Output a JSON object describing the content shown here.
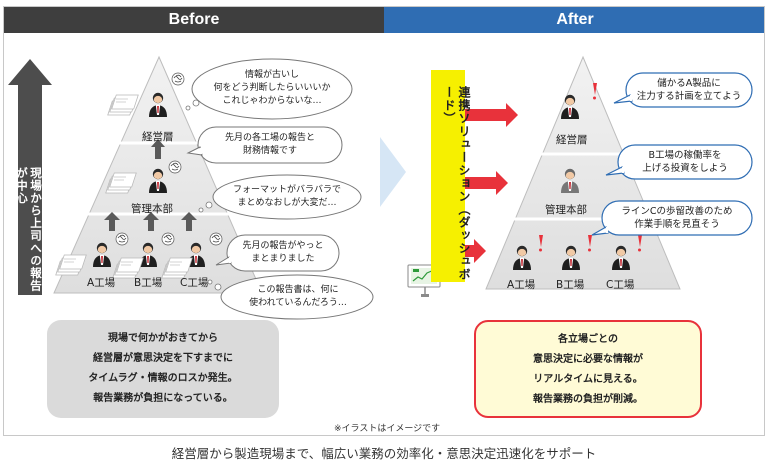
{
  "headers": {
    "before": "Before",
    "after": "After"
  },
  "before": {
    "vertical_arrow_label": "現場から上司への報告が中心",
    "tiers": {
      "top": "経営層",
      "middle": "管理本部",
      "bottom": [
        "A工場",
        "B工場",
        "C工場"
      ]
    },
    "bubbles": {
      "top_thought": [
        "情報が古いし",
        "何をどう判断したらいいいか",
        "これじゃわからないな…"
      ],
      "top_speech": [
        "先月の各工場の報告と",
        "財務情報です"
      ],
      "middle_thought": [
        "フォーマットがバラバラで",
        "まとめなおしが大変だ…"
      ],
      "bottom_speech": [
        "先月の報告がやっと",
        "まとまりました"
      ],
      "bottom_thought": [
        "この報告書は、何に",
        "使われているんだろう…"
      ]
    },
    "callout": [
      "現場で何かがおきてから",
      "経営層が意思決定を下すまでに",
      "タイムラグ・情報のロスか発生。",
      "報告業務が負担になっている。"
    ]
  },
  "solution": {
    "label": "連携ソリューション（ダッシュボード）"
  },
  "after": {
    "tiers": {
      "top": "経営層",
      "middle": "管理本部",
      "bottom": [
        "A工場",
        "B工場",
        "C工場"
      ]
    },
    "bubbles": {
      "top": [
        "儲かるA製品に",
        "注力する計画を立てよう"
      ],
      "middle": [
        "B工場の稼働率を",
        "上げる投資をしよう"
      ],
      "bottom": [
        "ラインCの歩留改善のため",
        "作業手順を見直そう"
      ]
    },
    "callout": [
      "各立場ごとの",
      "意思決定に必要な情報が",
      "リアルタイムに見える。",
      "報告業務の負担が削減。"
    ]
  },
  "note": "※イラストはイメージです",
  "caption": "経営層から製造現場まで、幅広い業務の効率化・意思決定迅速化をサポート",
  "colors": {
    "before_header": "#3e3e3e",
    "after_header": "#2f6db3",
    "solution_bar": "#f6f000",
    "accent_red": "#e8323b",
    "after_callout_bg": "#fffbd6",
    "before_callout_bg": "#dadada"
  }
}
